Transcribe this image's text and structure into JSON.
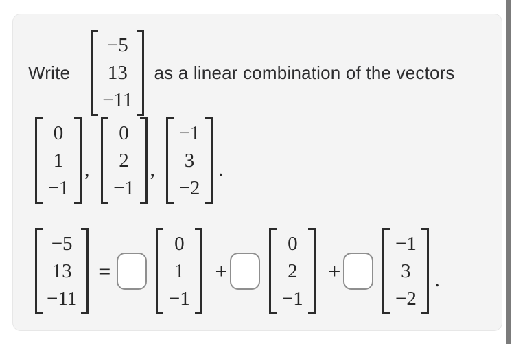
{
  "colors": {
    "page_background": "#ffffff",
    "card_background": "#f4f4f4",
    "card_border": "#e7e7e7",
    "text": "#2d2d2f",
    "math_ink": "#262626",
    "input_border": "#8f8f8f",
    "scrollbar": "#7b7b7b"
  },
  "problem": {
    "intro_prefix": "Write",
    "intro_suffix": "as a linear combination of the vectors",
    "target_vector": [
      "−5",
      "13",
      "−11"
    ],
    "vectors": [
      [
        "0",
        "1",
        "−1"
      ],
      [
        "0",
        "2",
        "−1"
      ],
      [
        "−1",
        "3",
        "−2"
      ]
    ],
    "comma": ",",
    "period": ".",
    "equation": {
      "equals_sign": "=",
      "plus_sign": "+",
      "coefficients": [
        "",
        "",
        ""
      ]
    }
  }
}
